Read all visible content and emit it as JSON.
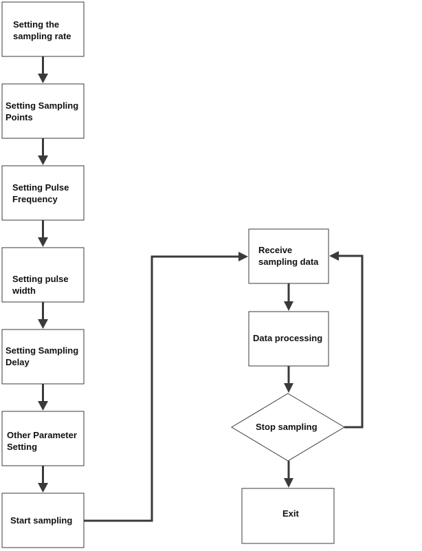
{
  "nodes": {
    "sampling_rate": [
      "Setting the",
      "sampling rate"
    ],
    "sampling_points": [
      "Setting Sampling",
      "Points"
    ],
    "pulse_frequency": [
      "Setting Pulse",
      "Frequency"
    ],
    "pulse_width": [
      "Setting pulse",
      "width"
    ],
    "sampling_delay": [
      "Setting Sampling",
      "Delay"
    ],
    "other_parameter": [
      "Other Parameter",
      "Setting"
    ],
    "start_sampling": [
      "Start sampling"
    ],
    "receive_data": [
      "Receive",
      "sampling data"
    ],
    "data_processing": [
      "Data processing"
    ],
    "stop_sampling": [
      "Stop sampling"
    ],
    "exit": [
      "Exit"
    ]
  },
  "colors": {
    "stroke": "#3a3a3a",
    "text": "#111111",
    "background": "#ffffff"
  }
}
